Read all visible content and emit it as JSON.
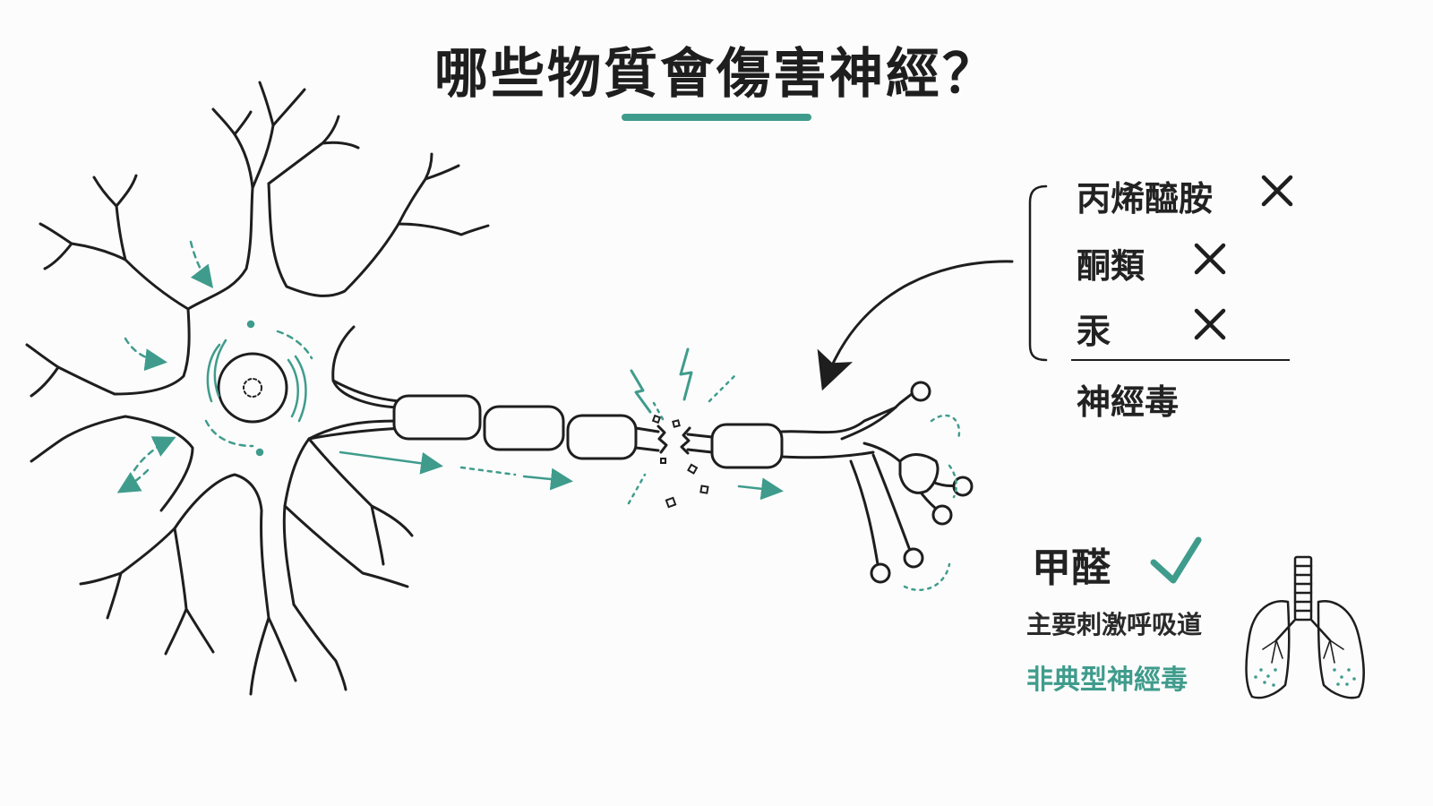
{
  "title": "哪些物質會傷害神經？",
  "colors": {
    "accent": "#3f9c8c",
    "ink": "#1e1e1e",
    "background": "#fcfcfc"
  },
  "neurotoxin_list": {
    "items": [
      {
        "name": "丙烯醯胺",
        "mark": "x-icon"
      },
      {
        "name": "酮類",
        "mark": "x-icon"
      },
      {
        "name": "汞",
        "mark": "x-icon"
      }
    ],
    "category_label": "神經毒"
  },
  "formaldehyde": {
    "name": "甲醛",
    "mark": "check-icon",
    "description": "主要刺激呼吸道",
    "note": "非典型神經毒",
    "illustration": "lungs-icon"
  },
  "diagram": {
    "subject": "neuron-icon",
    "damage_marker": "lightning-icon"
  }
}
